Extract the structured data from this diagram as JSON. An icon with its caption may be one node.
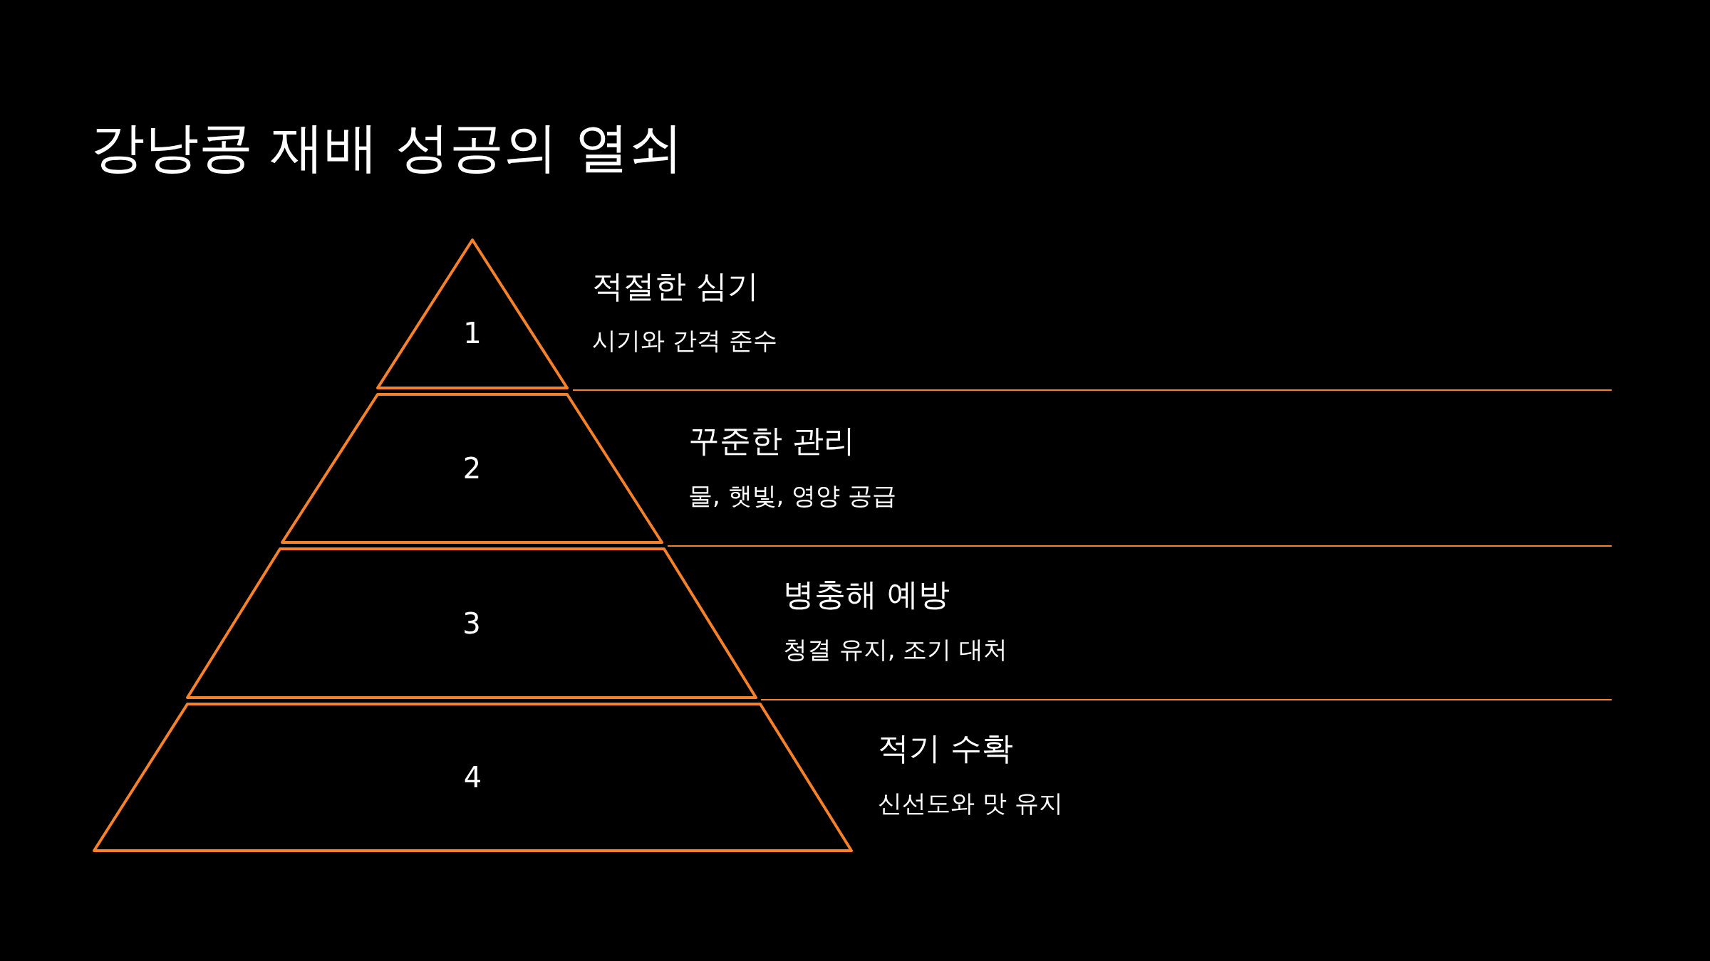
{
  "diagram": {
    "title": "강낭콩 재배 성공의 열쇠",
    "nodes": [
      {
        "text": [
          "1"
        ],
        "beside": [
          "적절한 심기",
          "시기와 간격 준수"
        ]
      },
      {
        "text": [
          "2"
        ],
        "beside": [
          "꾸준한 관리",
          "물, 햇빛, 영양 공급"
        ]
      },
      {
        "text": [
          "3"
        ],
        "beside": [
          "병충해 예방",
          "청결 유지, 조기 대처"
        ]
      },
      {
        "text": [
          "4"
        ],
        "beside": [
          "적기 수확",
          "신선도와 맛 유지"
        ]
      }
    ]
  }
}
